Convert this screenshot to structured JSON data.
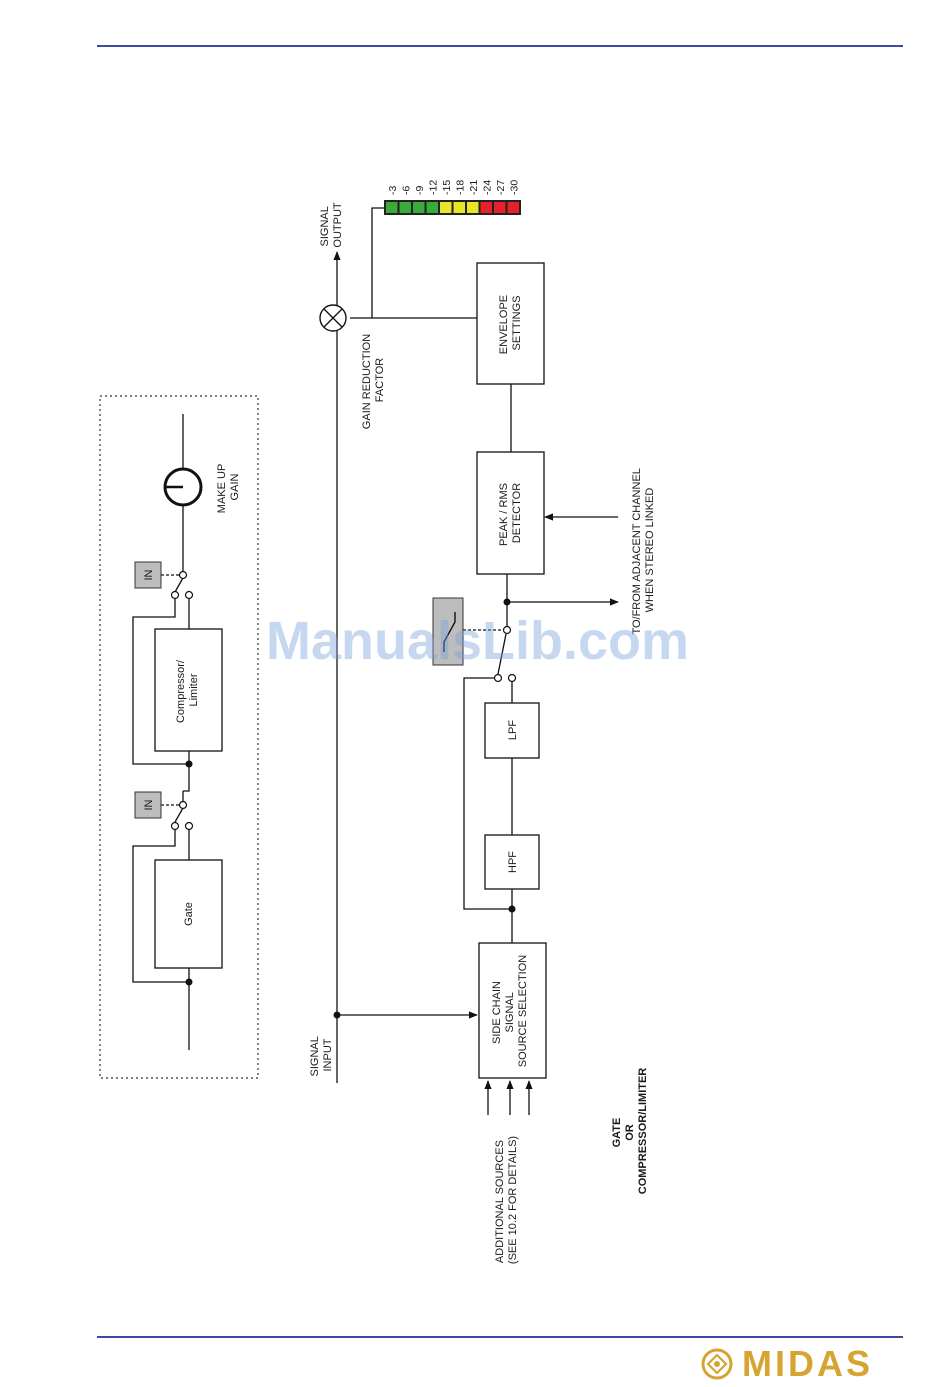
{
  "header": {
    "rule_color": "#3a4aa0"
  },
  "footer": {
    "brand": "MIDAS",
    "brand_color": "#d6a531"
  },
  "watermark": {
    "text": "ManualsLib.com"
  },
  "inset": {
    "gate": "Gate",
    "compressor_line1": "Compressor/",
    "compressor_line2": "Limiter",
    "in_label": "IN",
    "makeup_line1": "MAKE UP",
    "makeup_line2": "GAIN"
  },
  "main": {
    "signal_input": [
      "SIGNAL",
      "INPUT"
    ],
    "signal_output": [
      "SIGNAL",
      "OUTPUT"
    ],
    "side_chain": [
      "SIDE CHAIN",
      "SIGNAL",
      "SOURCE SELECTION"
    ],
    "hpf": "HPF",
    "lpf": "LPF",
    "peak_rms": [
      "PEAK / RMS",
      "DETECTOR"
    ],
    "envelope": [
      "ENVELOPE",
      "SETTINGS"
    ],
    "gain_reduction": [
      "GAIN REDUCTION",
      "FACTOR"
    ],
    "adjacent": [
      "TO/FROM ADJACENT CHANNEL",
      "WHEN STEREO LINKED"
    ],
    "additional": [
      "ADDITIONAL SOURCES",
      "(SEE 10.2 FOR DETAILS)"
    ],
    "mode": [
      "GATE",
      "OR",
      "COMPRESSOR/LIMITER"
    ]
  },
  "meter": {
    "labels": [
      "-3",
      "-6",
      "-9",
      "-12",
      "-15",
      "-18",
      "-21",
      "-24",
      "-27",
      "-30"
    ],
    "segment_colors": [
      "#3aab3a",
      "#3aab3a",
      "#3aab3a",
      "#3aab3a",
      "#e9e62a",
      "#e9e62a",
      "#e9e62a",
      "#e8202a",
      "#e8202a",
      "#e8202a"
    ]
  }
}
